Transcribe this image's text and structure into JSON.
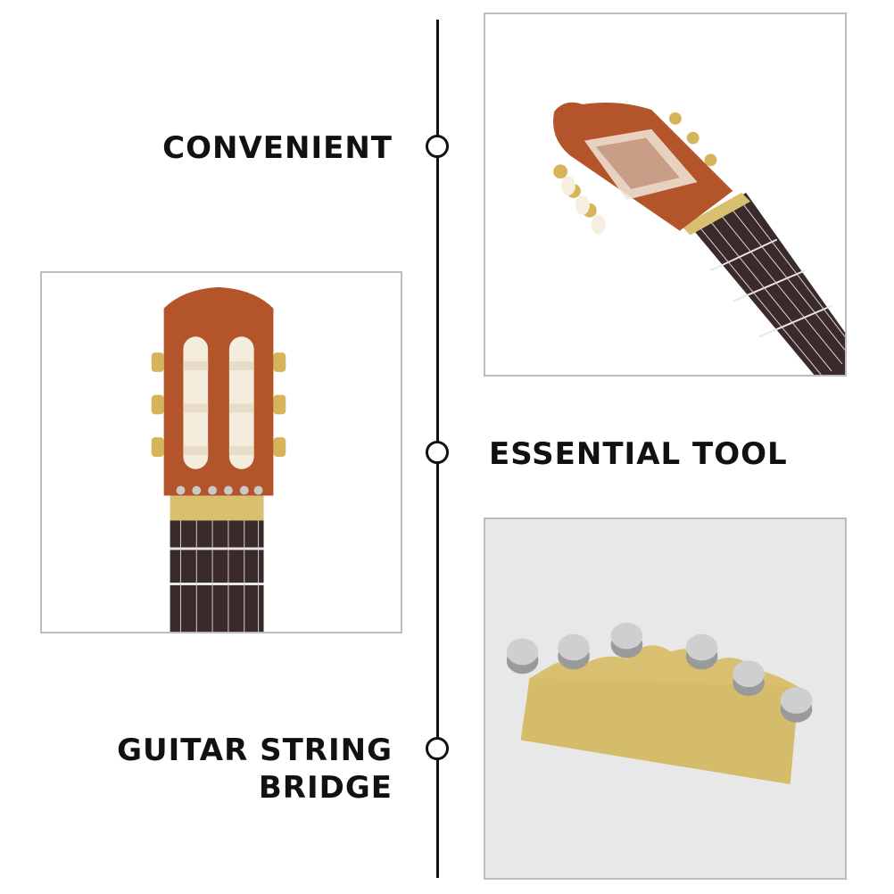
{
  "features": [
    {
      "label": "CONVENIENT"
    },
    {
      "label": "ESSENTIAL TOOL"
    },
    {
      "label_lines": [
        "GUITAR STRING",
        "BRIDGE"
      ]
    }
  ],
  "colors": {
    "line": "#111111",
    "frame": "#bcbcbc",
    "wood": "#b4542a",
    "fretboard": "#3b2a2a",
    "brass": "#d8c070",
    "chrome": "#bdbdbd"
  },
  "icons": [
    "timeline-node-icon"
  ]
}
